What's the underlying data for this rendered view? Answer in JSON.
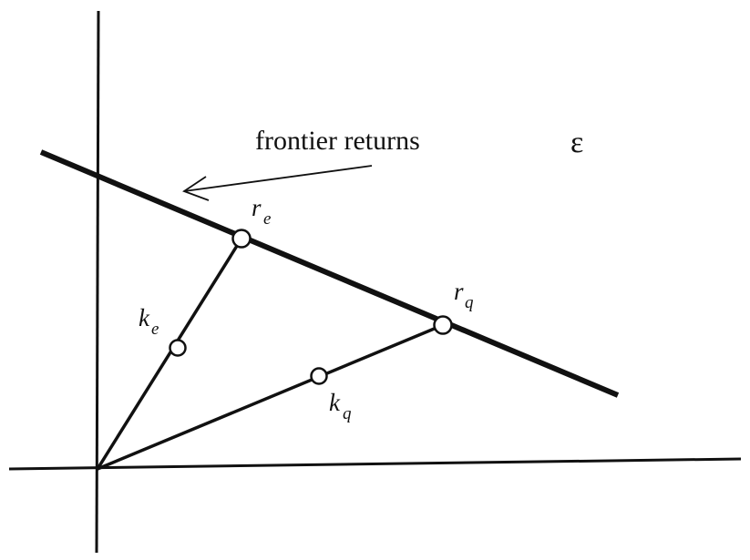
{
  "diagram": {
    "annotation": "frontier returns",
    "region_symbol": "ε",
    "points": {
      "r_e": {
        "base": "r",
        "sub": "e"
      },
      "r_q": {
        "base": "r",
        "sub": "q"
      },
      "k_e": {
        "base": "k",
        "sub": "e"
      },
      "k_q": {
        "base": "k",
        "sub": "q"
      }
    }
  }
}
